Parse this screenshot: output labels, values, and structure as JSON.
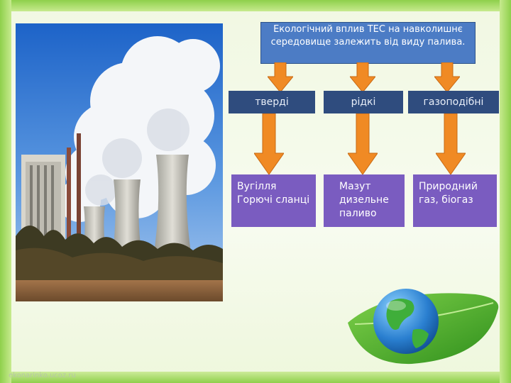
{
  "title": "Екологічний вплив ТЕС на навколишнє середовище залежить від виду палива.",
  "categories": [
    {
      "label": "тверді"
    },
    {
      "label": "рідкі"
    },
    {
      "label": "газоподібні"
    }
  ],
  "results": [
    {
      "lines": [
        "Вугілля",
        "Горючі сланці"
      ]
    },
    {
      "lines": [
        "Мазут",
        "дизельне",
        "паливо"
      ]
    },
    {
      "lines": [
        "Природний",
        "газ, біогаз"
      ]
    }
  ],
  "footer": {
    "watermark": "ekonarinko.ucoz.ru"
  },
  "colors": {
    "title_box": "#4c7cc5",
    "category_box": "#2f4c7e",
    "result_box": "#7a5cc0",
    "arrow": "#f08a24",
    "frame": "#8ed04b"
  }
}
